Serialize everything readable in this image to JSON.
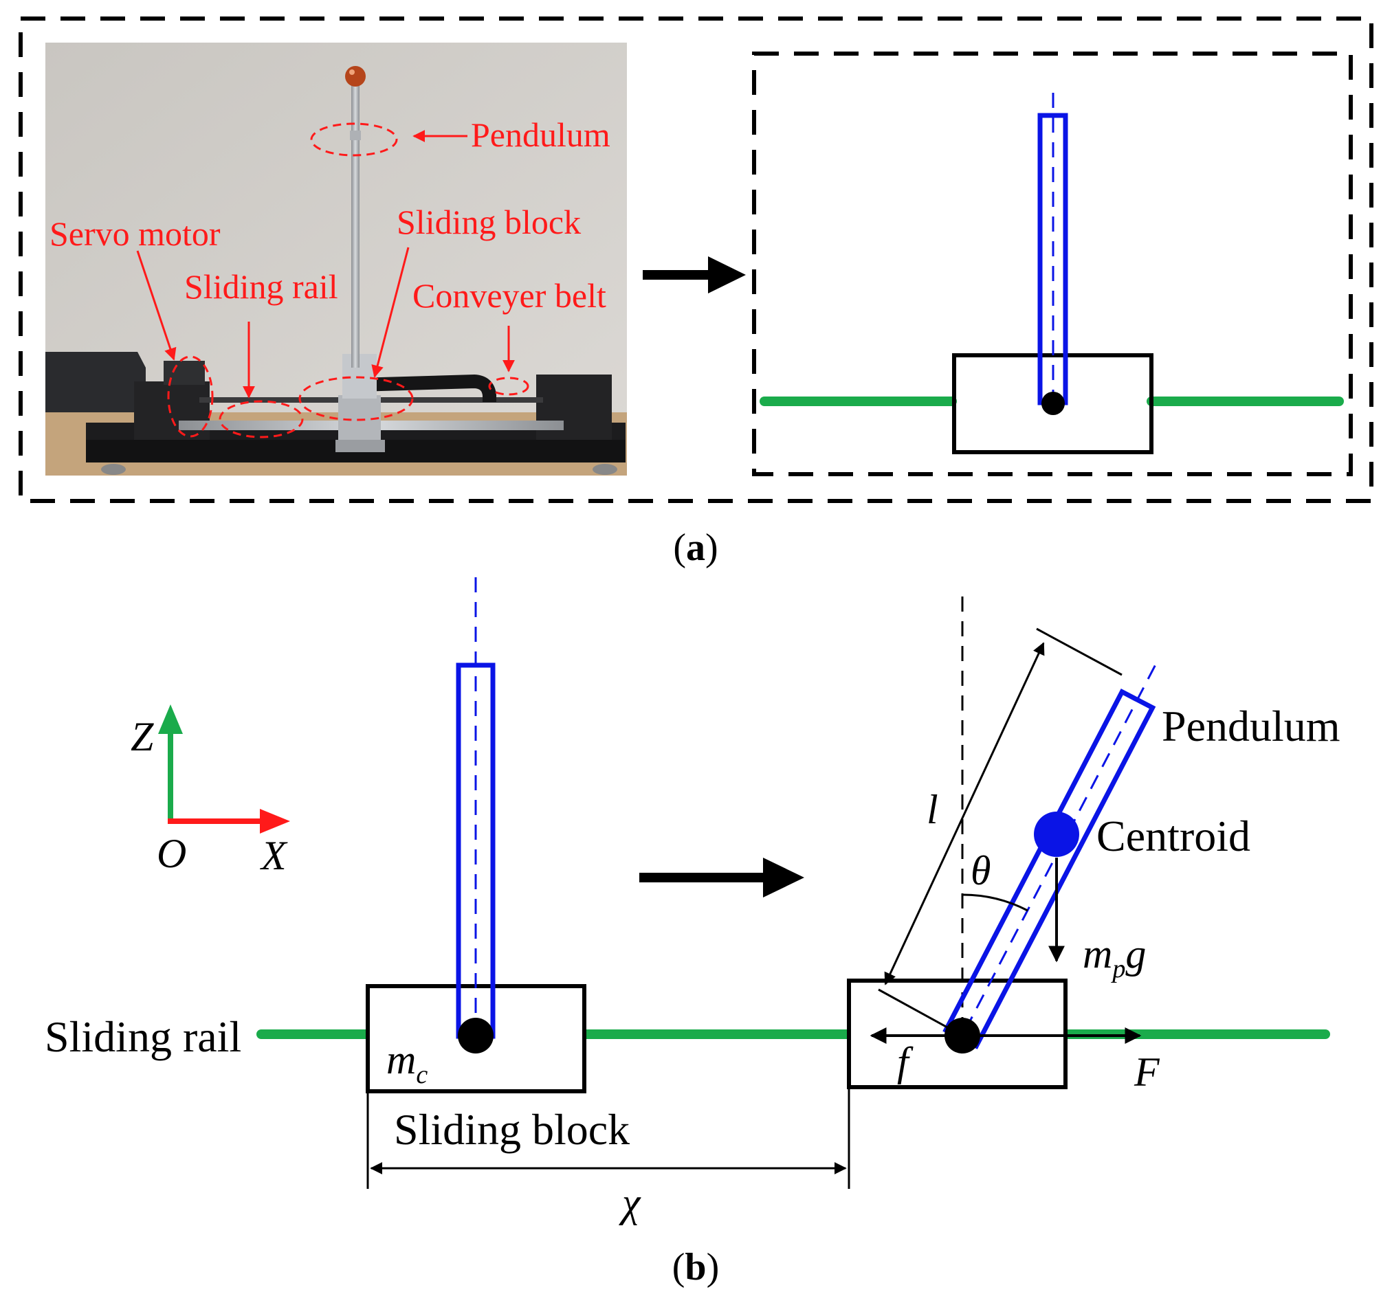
{
  "panel_a": {
    "caption": {
      "open": "(",
      "letter": "a",
      "close": ")"
    },
    "photo_labels": {
      "pendulum": "Pendulum",
      "servo_motor": "Servo motor",
      "sliding_block": "Sliding block",
      "sliding_rail": "Sliding rail",
      "conveyer_belt": "Conveyer belt"
    }
  },
  "panel_b": {
    "caption": {
      "open": "(",
      "letter": "b",
      "close": ")"
    },
    "axes": {
      "z": "Z",
      "x": "X",
      "origin": "O"
    },
    "labels": {
      "sliding_rail": "Sliding rail",
      "sliding_block": "Sliding block",
      "pendulum": "Pendulum",
      "centroid": "Centroid"
    },
    "symbols": {
      "cart_mass": "m",
      "cart_mass_sub": "c",
      "pend_mass": "m",
      "pend_mass_sub": "p",
      "gravity": "g",
      "length": "l",
      "angle": "θ",
      "displacement": "χ",
      "friction": "f",
      "force": "F"
    }
  },
  "colors": {
    "rail": "#1aab4b",
    "pendulum": "#0a14e6",
    "annotation": "#ff1a1a",
    "axis_x": "#ff1a1a",
    "axis_z": "#1aab4b"
  }
}
